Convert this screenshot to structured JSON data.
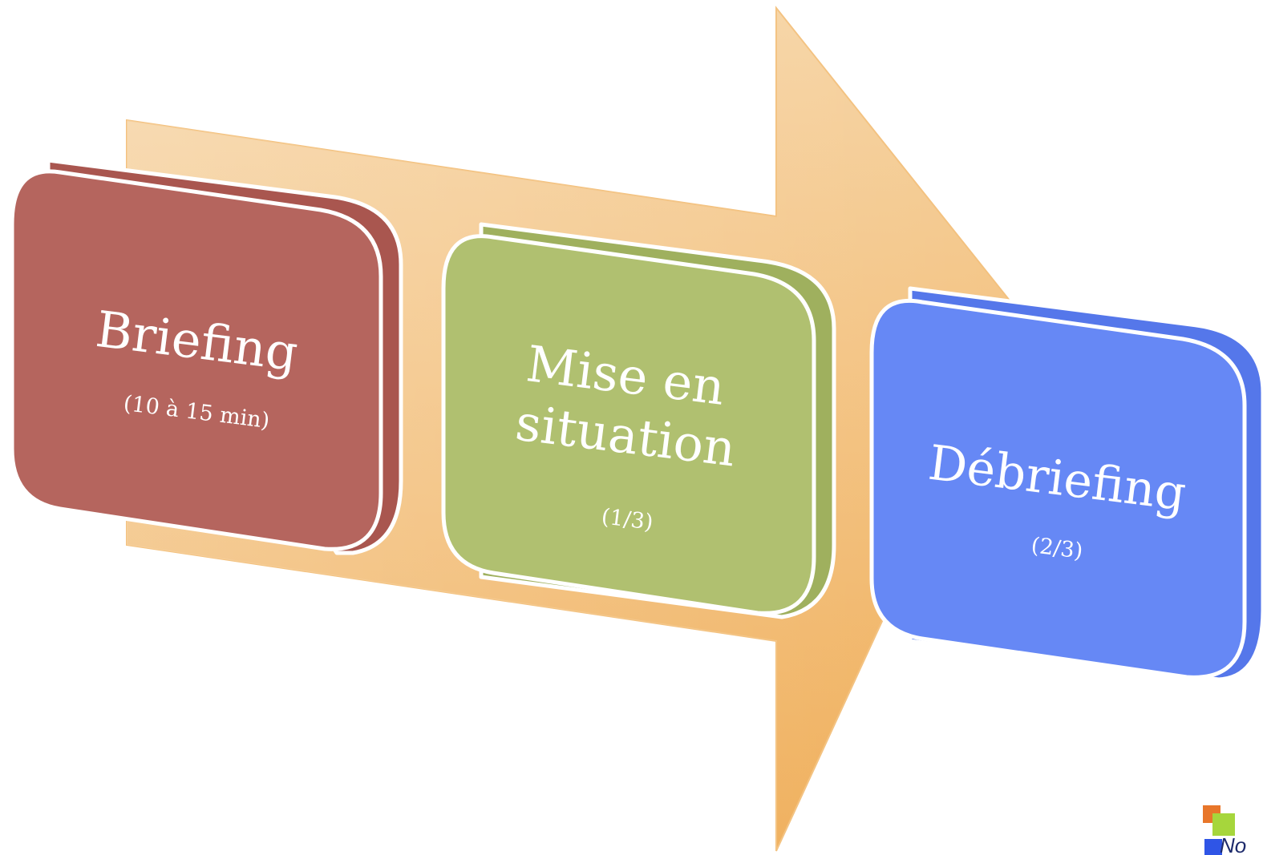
{
  "steps": [
    {
      "id": "briefing",
      "title_lines": [
        "Briefing"
      ],
      "subtitle": "(10 à 15 min)",
      "color": "#b5655e",
      "side_color": "#a9564f"
    },
    {
      "id": "mise-en-situation",
      "title_lines": [
        "Mise en",
        "situation"
      ],
      "subtitle": "(1/3)",
      "color": "#b0c070",
      "side_color": "#9fb05e"
    },
    {
      "id": "debriefing",
      "title_lines": [
        "Débriefing"
      ],
      "subtitle": "(2/3)",
      "color": "#6688f5",
      "side_color": "#5577ea"
    }
  ],
  "colors": {
    "arrow_top": "#f6d3a2",
    "arrow_bottom": "#efac55",
    "logo_orange": "#e8762a",
    "logo_green": "#a6d63c",
    "logo_blue": "#2f55e6"
  },
  "logo": {
    "text": "No"
  }
}
